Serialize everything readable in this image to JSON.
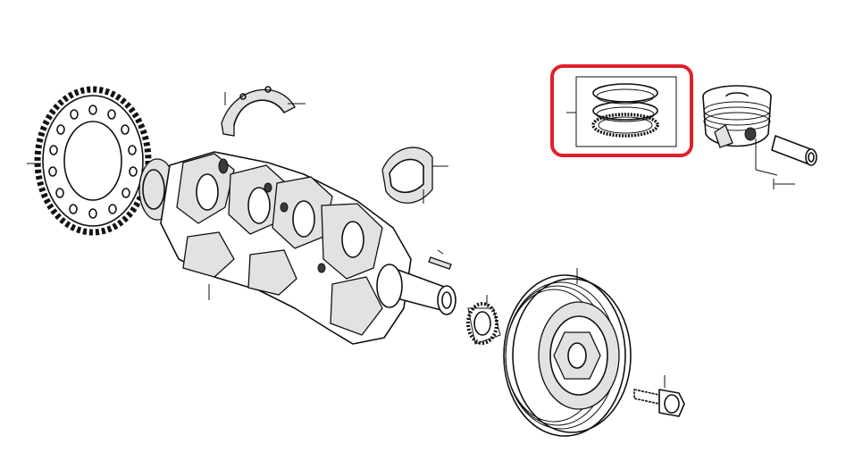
{
  "diagram": {
    "parts": [
      {
        "id": "flywheel-ring-gear",
        "icon": "ring-gear-icon"
      },
      {
        "id": "crankshaft",
        "icon": "crankshaft-icon"
      },
      {
        "id": "thrust-washer",
        "icon": "thrust-washer-icon"
      },
      {
        "id": "main-bearing-upper",
        "icon": "bearing-shell-icon"
      },
      {
        "id": "main-bearing-lower",
        "icon": "bearing-shell-icon"
      },
      {
        "id": "key",
        "icon": "key-icon"
      },
      {
        "id": "pilot-bearing",
        "icon": "needle-bearing-icon"
      },
      {
        "id": "crankshaft-pulley",
        "icon": "pulley-icon"
      },
      {
        "id": "pulley-bolt",
        "icon": "bolt-icon"
      },
      {
        "id": "piston-ring-set",
        "icon": "piston-ring-icon",
        "highlighted": true
      },
      {
        "id": "piston",
        "icon": "piston-icon"
      },
      {
        "id": "piston-pin",
        "icon": "piston-pin-icon"
      }
    ],
    "highlight": {
      "part": "piston-ring-set",
      "color": "#e0202a"
    }
  }
}
